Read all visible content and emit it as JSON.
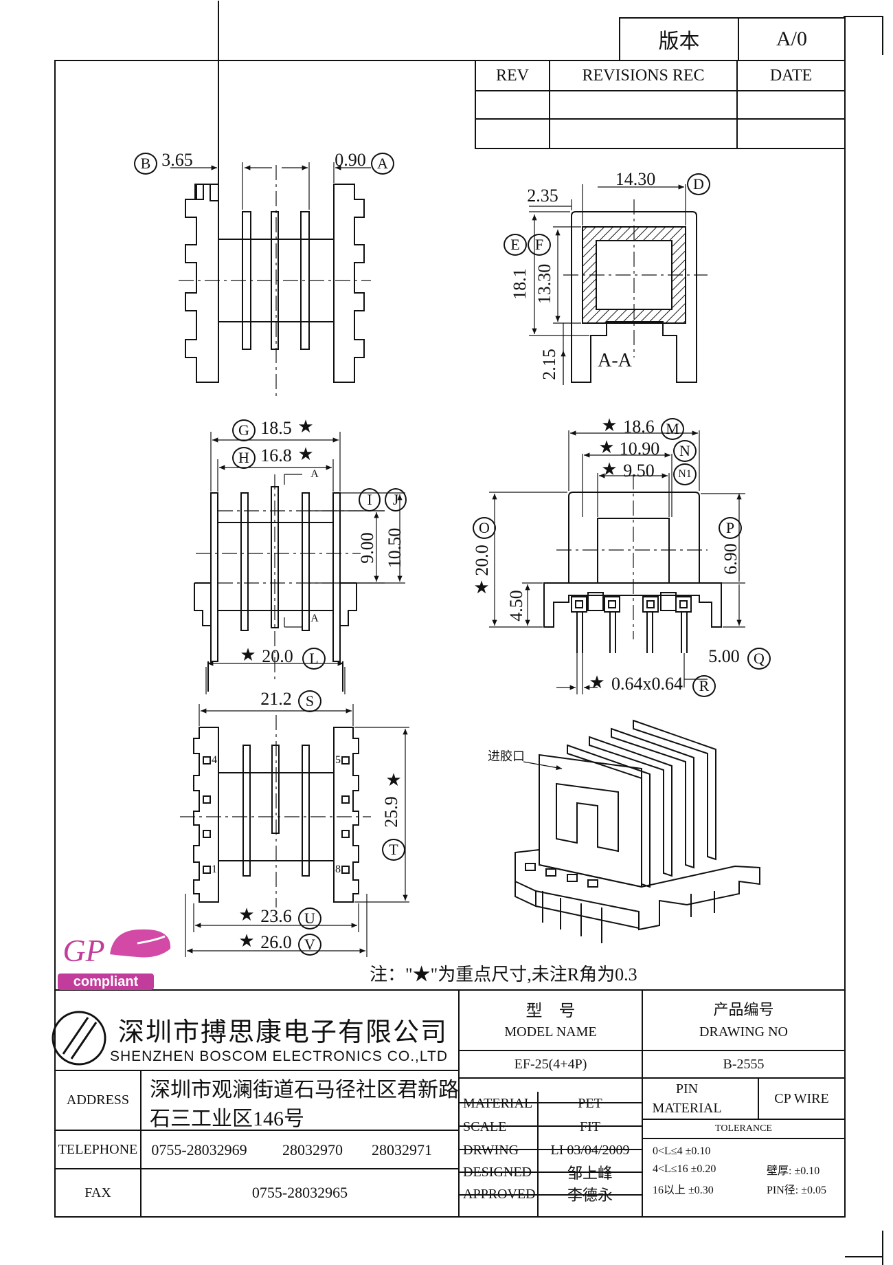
{
  "version_box": {
    "label": "版本",
    "value": "A/0"
  },
  "revision_table": {
    "headers": [
      "REV",
      "REVISIONS REC",
      "DATE"
    ]
  },
  "views": {
    "top": {
      "b_value": "3.65",
      "b_tag": "B",
      "a_value": "0.90",
      "a_tag": "A"
    },
    "section": {
      "width": "14.30",
      "width_tag": "D",
      "offset": "2.35",
      "height": "18.1",
      "height_tag": "E",
      "inner": "13.30",
      "inner_tag": "F",
      "bottom": "2.15",
      "label": "A-A"
    },
    "front": {
      "g": "18.5",
      "g_tag": "G",
      "h": "16.8",
      "h_tag": "H",
      "i_tag": "I",
      "j_tag": "J",
      "i": "9.00",
      "j": "10.50",
      "l": "20.0",
      "l_tag": "L",
      "section_mark": "A"
    },
    "side": {
      "m": "18.6",
      "m_tag": "M",
      "n": "10.90",
      "n_tag": "N",
      "n1": "9.50",
      "n1_tag": "N1",
      "o": "20.0",
      "o_tag": "O",
      "p": "6.90",
      "p_tag": "P",
      "base": "4.50",
      "q": "5.00",
      "q_tag": "Q",
      "r": "0.64x0.64",
      "r_tag": "R"
    },
    "bottom": {
      "s": "21.2",
      "s_tag": "S",
      "t": "25.9",
      "t_tag": "T",
      "u": "23.6",
      "u_tag": "U",
      "v": "26.0",
      "v_tag": "V",
      "pins": [
        "4",
        "5",
        "1",
        "8"
      ]
    },
    "iso": {
      "gate_label": "进胶口"
    }
  },
  "star": "★",
  "note": "注：\"★\"为重点尺寸,未注R角为0.3",
  "logo": {
    "gp": "GP",
    "compliant": "compliant"
  },
  "company": {
    "name_cn": "深圳市搏思康电子有限公司",
    "name_en": "SHENZHEN BOSCOM ELECTRONICS CO.,LTD"
  },
  "title_block": {
    "model_cn": "型　号",
    "model_en": "MODEL NAME",
    "model_value": "EF-25(4+4P)",
    "drawing_cn": "产品编号",
    "drawing_en": "DRAWING NO",
    "drawing_value": "B-2555",
    "address_label": "ADDRESS",
    "address_line1": "深圳市观澜街道石马径社区君新路",
    "address_line2": "石三工业区146号",
    "telephone_label": "TELEPHONE",
    "telephones": [
      "0755-28032969",
      "28032970",
      "28032971"
    ],
    "fax_label": "FAX",
    "fax": "0755-28032965",
    "material_label": "MATERIAL",
    "material": "PET",
    "scale_label": "SCALE",
    "scale": "FIT",
    "drwing_label": "DRWING",
    "drwing": "LI 03/04/2009",
    "designed_label": "DESIGNED",
    "designed": "邹上峰",
    "approved_label": "APPROVED",
    "approved": "李德永",
    "pin_material_label1": "PIN",
    "pin_material_label2": "MATERIAL",
    "pin_material": "CP WIRE",
    "tolerance_label": "TOLERANCE",
    "tolerances": [
      "0<L≤4 ±0.10",
      "4<L≤16 ±0.20",
      "16以上 ±0.30"
    ],
    "wall": "壁厚: ±0.10",
    "pin_dia": "PIN径: ±0.05"
  }
}
